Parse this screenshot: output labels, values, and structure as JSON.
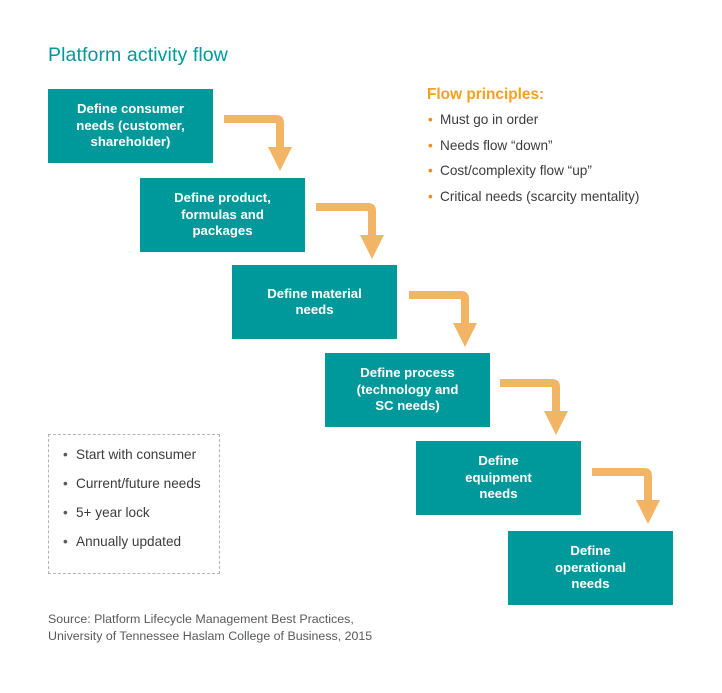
{
  "page": {
    "title": "Platform activity flow",
    "background_color": "#ffffff"
  },
  "colors": {
    "teal": "#00999b",
    "arrow_orange": "#f2b566",
    "heading_orange": "#f5a01e",
    "bullet_orange": "#f08a1e",
    "text_gray": "#3c3c3c",
    "dashed_border": "#b4b4b4"
  },
  "flow": {
    "boxes": [
      {
        "id": 1,
        "label": "Define consumer\nneeds (customer,\nshareholder)"
      },
      {
        "id": 2,
        "label": "Define product,\nformulas and\npackages"
      },
      {
        "id": 3,
        "label": "Define material\nneeds"
      },
      {
        "id": 4,
        "label": "Define process\n(technology and\nSC needs)"
      },
      {
        "id": 5,
        "label": "Define\nequipment\nneeds"
      },
      {
        "id": 6,
        "label": "Define\noperational\nneeds"
      }
    ],
    "arrows": [
      {
        "id": 1,
        "from": 1,
        "to": 2,
        "shape": "elbow-right-down"
      },
      {
        "id": 2,
        "from": 2,
        "to": 3,
        "shape": "elbow-right-down"
      },
      {
        "id": 3,
        "from": 3,
        "to": 4,
        "shape": "elbow-right-down"
      },
      {
        "id": 4,
        "from": 4,
        "to": 5,
        "shape": "elbow-right-down"
      },
      {
        "id": 5,
        "from": 5,
        "to": 6,
        "shape": "elbow-right-down"
      }
    ]
  },
  "principles": {
    "title": "Flow principles:",
    "bullet_glyph": "•",
    "items": [
      "Must go in order",
      "Needs flow “down”",
      "Cost/complexity flow “up”",
      "Critical needs (scarcity mentality)"
    ]
  },
  "notes": {
    "bullet_glyph": "•",
    "items": [
      "Start with consumer",
      "Current/future needs",
      "5+ year lock",
      "Annually updated"
    ]
  },
  "source": {
    "text": "Source: Platform Lifecycle Management Best Practices,\n             University of Tennessee Haslam College of Business, 2015"
  }
}
